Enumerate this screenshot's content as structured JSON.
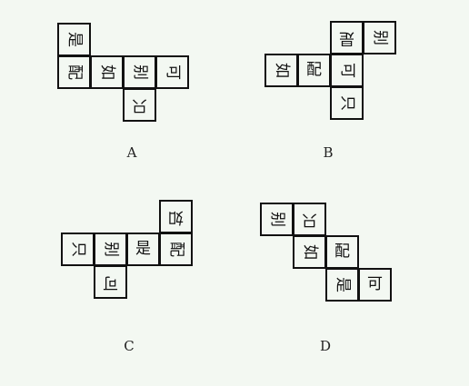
{
  "options": [
    {
      "letter": "A",
      "cells": [
        {
          "text": "是",
          "rot": 90
        },
        {
          "text": "配",
          "rot": 90
        },
        {
          "text": "如",
          "rot": 90
        },
        {
          "text": "别",
          "rot": 90
        },
        {
          "text": "可",
          "rot": 90
        },
        {
          "text": "只",
          "rot": 180
        }
      ]
    },
    {
      "letter": "B",
      "cells": [
        {
          "text": "是",
          "rot": 180
        },
        {
          "text": "别",
          "rot": 90
        },
        {
          "text": "如",
          "rot": 90
        },
        {
          "text": "配",
          "rot": 0
        },
        {
          "text": "可",
          "rot": 90
        },
        {
          "text": "只",
          "rot": 90
        }
      ]
    },
    {
      "letter": "C",
      "cells": [
        {
          "text": "如",
          "rot": 180
        },
        {
          "text": "只",
          "rot": 90
        },
        {
          "text": "别",
          "rot": 90
        },
        {
          "text": "是",
          "rot": 0
        },
        {
          "text": "配",
          "rot": 90
        },
        {
          "text": "可",
          "rot": 180
        }
      ]
    },
    {
      "letter": "D",
      "cells": [
        {
          "text": "别",
          "rot": 90
        },
        {
          "text": "只",
          "rot": 180
        },
        {
          "text": "如",
          "rot": 90
        },
        {
          "text": "配",
          "rot": 0
        },
        {
          "text": "是",
          "rot": 90
        },
        {
          "text": "可",
          "rot": 0
        }
      ]
    }
  ]
}
